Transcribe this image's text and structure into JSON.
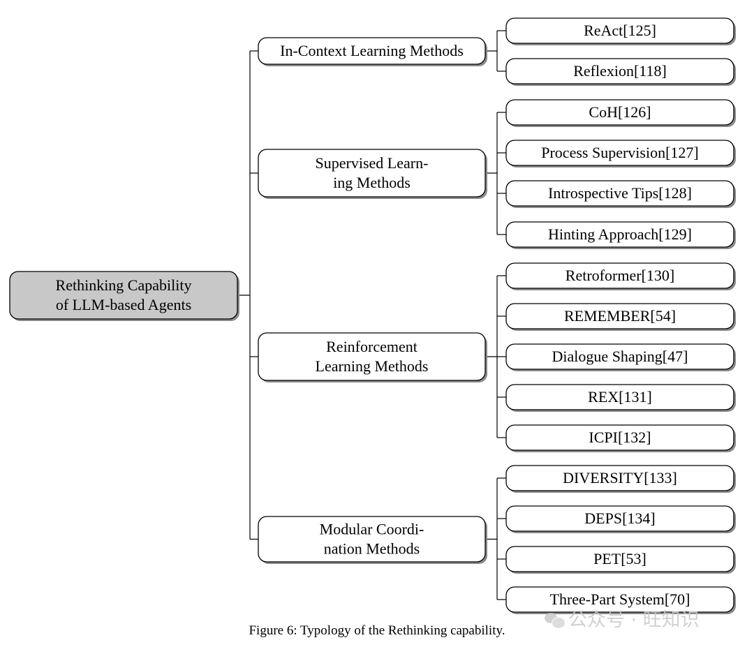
{
  "diagram": {
    "root": {
      "label_lines": [
        "Rethinking Capability",
        "of LLM-based Agents"
      ],
      "fill": "#c8c8c8"
    },
    "categories": [
      {
        "label_lines": [
          "In-Context Learning Methods"
        ],
        "children": [
          "ReAct[125]",
          "Reflexion[118]"
        ]
      },
      {
        "label_lines": [
          "Supervised Learn-",
          "ing Methods"
        ],
        "children": [
          "CoH[126]",
          "Process Supervision[127]",
          "Introspective Tips[128]",
          "Hinting Approach[129]"
        ]
      },
      {
        "label_lines": [
          "Reinforcement",
          "Learning Methods"
        ],
        "children": [
          "Retroformer[130]",
          "REMEMBER[54]",
          "Dialogue Shaping[47]",
          "REX[131]",
          "ICPI[132]"
        ]
      },
      {
        "label_lines": [
          "Modular Coordi-",
          "nation Methods"
        ],
        "children": [
          "DIVERSITY[133]",
          "DEPS[134]",
          "PET[53]",
          "Three-Part System[70]"
        ]
      }
    ]
  },
  "caption": "Figure 6: Typology of the Rethinking capability.",
  "watermark": "公众号 · 旺知识"
}
